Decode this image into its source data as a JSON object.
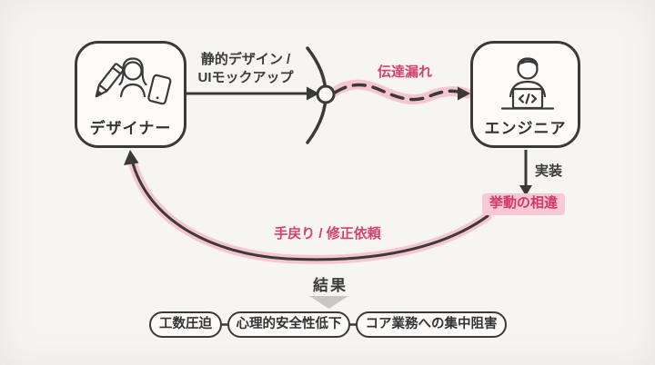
{
  "colors": {
    "background": "#f7f5f1",
    "line": "#3a3a3a",
    "pink_text": "#d6406e",
    "pink_band": "#f6c5d2",
    "badge_background": "#f8c9d5",
    "box_fill": "#fcfbf9",
    "chevron_gray": "#c9c7c2"
  },
  "icons": {
    "designer": "designer-person-with-pencil-and-tablet-icon",
    "engineer": "engineer-person-with-laptop-code-icon",
    "gate": "communication-gate-arc-with-node-circle",
    "result_pointer": "gray-down-chevron"
  },
  "actors": {
    "designer": {
      "label": "デザイナー"
    },
    "engineer": {
      "label": "エンジニア"
    }
  },
  "flows": {
    "handoff": {
      "line1": "静的デザイン /",
      "line2": "UIモックアップ"
    },
    "leak_label": "伝達漏れ",
    "implement_label": "実装",
    "discrepancy_label": "挙動の相違",
    "rework_label": "手戻り / 修正依頼"
  },
  "result": {
    "title": "結果",
    "items": [
      "工数圧迫",
      "心理的安全性低下",
      "コア業務への集中阻害"
    ]
  }
}
